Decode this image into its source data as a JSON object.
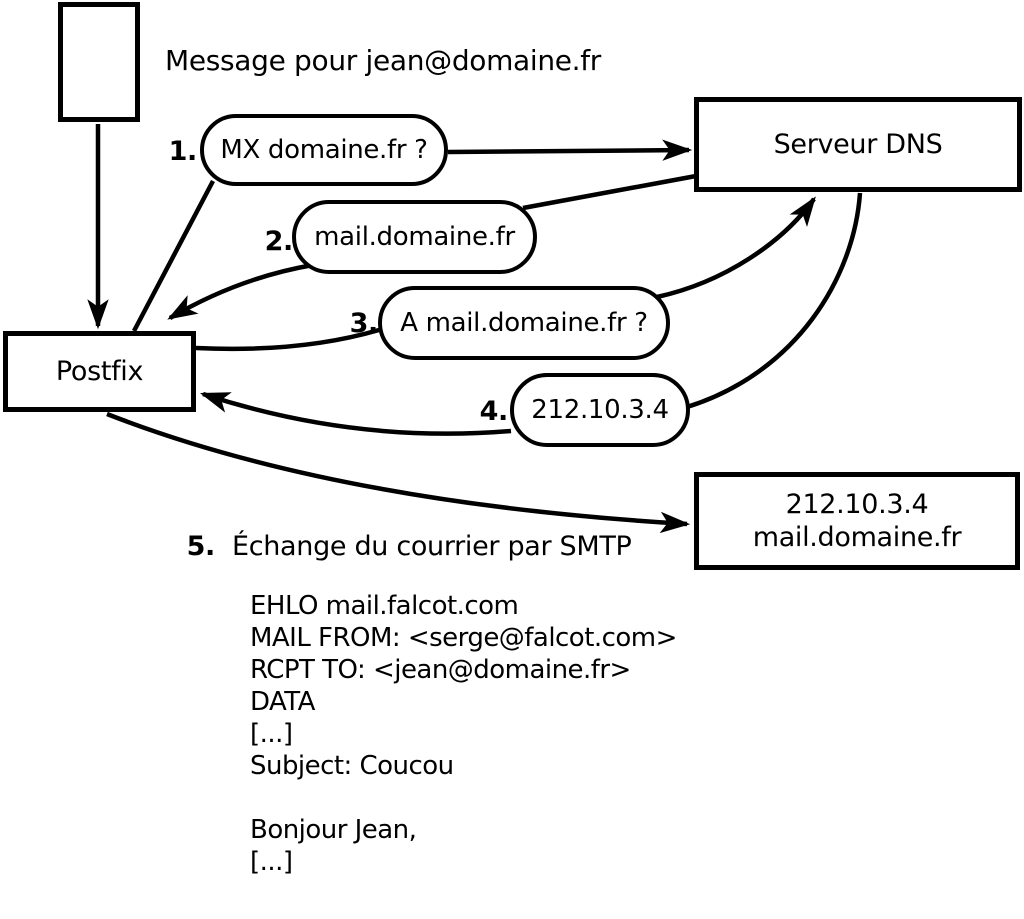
{
  "colors": {
    "ink": "#000000",
    "background": "#ffffff"
  },
  "diagram": {
    "message_label": "Message pour jean@domaine.fr",
    "nodes": {
      "postfix": {
        "label": "Postfix"
      },
      "dns": {
        "label": "Serveur DNS"
      },
      "remote": {
        "ip": "212.10.3.4",
        "hostname": "mail.domaine.fr"
      }
    },
    "steps": [
      {
        "num": "1.",
        "label": "MX domaine.fr ?"
      },
      {
        "num": "2.",
        "label": "mail.domaine.fr"
      },
      {
        "num": "3.",
        "label": "A mail.domaine.fr ?"
      },
      {
        "num": "4.",
        "label": "212.10.3.4"
      },
      {
        "num": "5.",
        "label": "Échange du courrier par SMTP"
      }
    ],
    "smtp_session": "EHLO mail.falcot.com\nMAIL FROM: <serge@falcot.com>\nRCPT TO: <jean@domaine.fr>\nDATA\n[...]\nSubject: Coucou\n\nBonjour Jean,\n[...]\n\n."
  }
}
